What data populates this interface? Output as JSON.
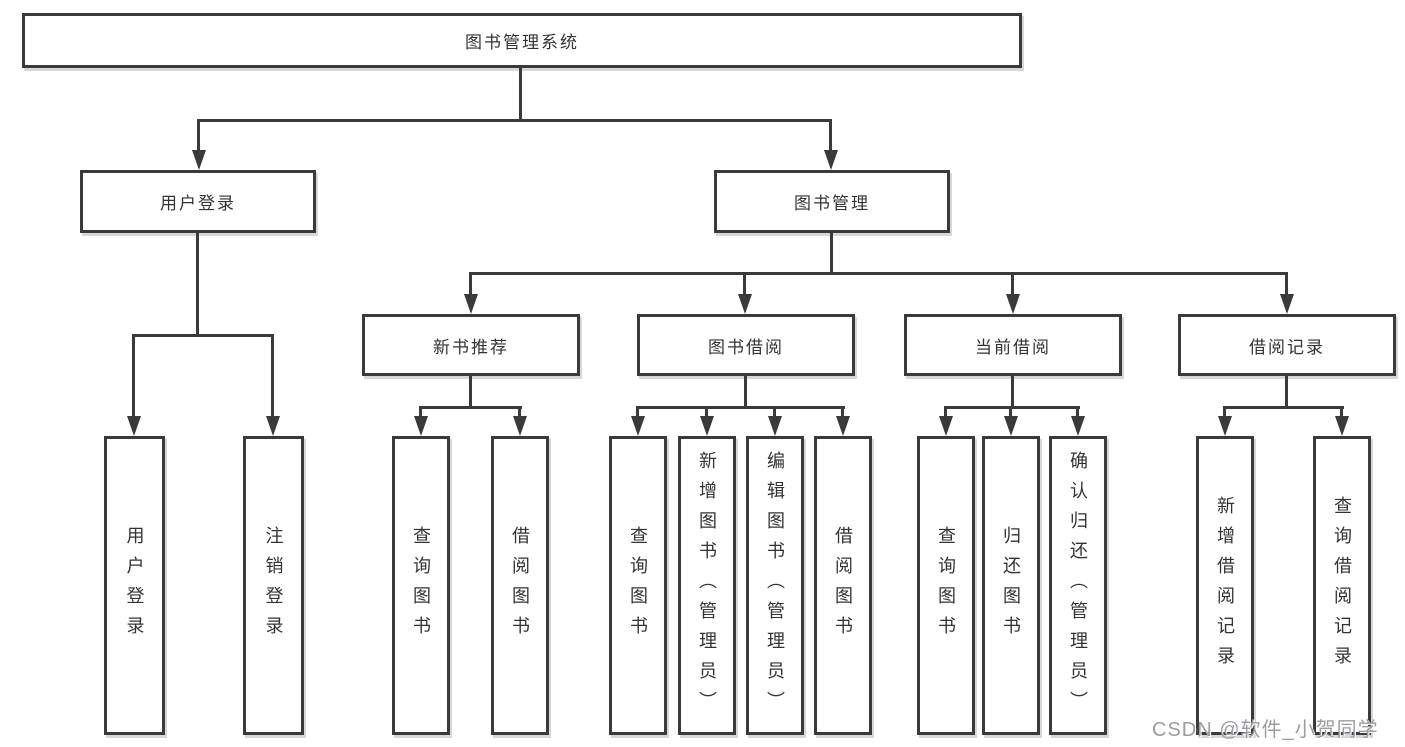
{
  "nodes": {
    "root": "图书管理系统",
    "user_login": "用户登录",
    "book_mgmt": "图书管理",
    "new_books": "新书推荐",
    "book_borrow": "图书借阅",
    "current_borrow": "当前借阅",
    "borrow_records": "借阅记录",
    "leaf_user_login": "用户登录",
    "leaf_logout": "注销登录",
    "leaf_nb_query": "查询图书",
    "leaf_nb_borrow": "借阅图书",
    "leaf_bb_query": "查询图书",
    "leaf_bb_add": "新增图书（管理员）",
    "leaf_bb_edit": "编辑图书（管理员）",
    "leaf_bb_borrow": "借阅图书",
    "leaf_cb_query": "查询图书",
    "leaf_cb_return": "归还图书",
    "leaf_cb_confirm": "确认归还（管理员）",
    "leaf_br_add": "新增借阅记录",
    "leaf_br_query": "查询借阅记录"
  },
  "watermark": "CSDN @软件_小贺同学",
  "colors": {
    "line": "#3a3a3a",
    "text": "#333333",
    "box_background": "#ffffff",
    "page_background": "#ffffff",
    "watermark": "#9d9da1"
  }
}
